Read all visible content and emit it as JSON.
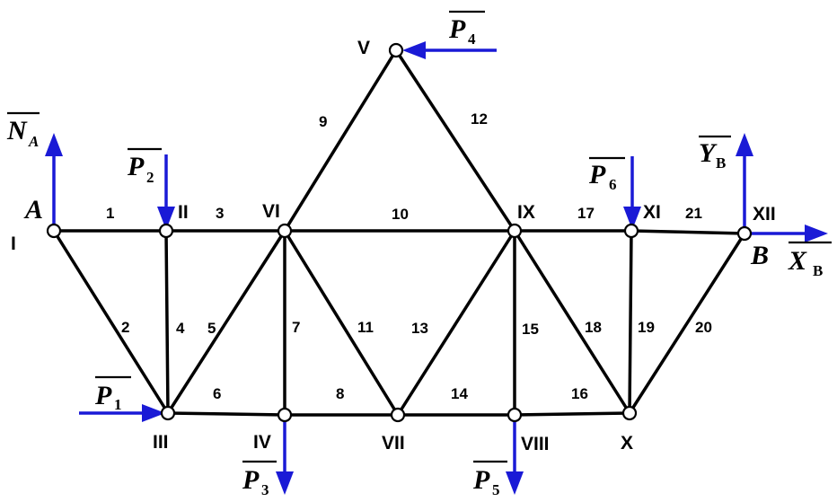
{
  "nodes": [
    {
      "id": "I",
      "label": "I"
    },
    {
      "id": "II",
      "label": "II"
    },
    {
      "id": "III",
      "label": "III"
    },
    {
      "id": "IV",
      "label": "IV"
    },
    {
      "id": "V",
      "label": "V"
    },
    {
      "id": "VI",
      "label": "VI"
    },
    {
      "id": "VII",
      "label": "VII"
    },
    {
      "id": "VIII",
      "label": "VIII"
    },
    {
      "id": "IX",
      "label": "IX"
    },
    {
      "id": "X",
      "label": "X"
    },
    {
      "id": "XI",
      "label": "XI"
    },
    {
      "id": "XII",
      "label": "XII"
    }
  ],
  "members": [
    {
      "label": "1",
      "from": "I",
      "to": "II"
    },
    {
      "label": "2",
      "from": "I",
      "to": "III"
    },
    {
      "label": "3",
      "from": "II",
      "to": "VI"
    },
    {
      "label": "4",
      "from": "II",
      "to": "III"
    },
    {
      "label": "5",
      "from": "III",
      "to": "VI"
    },
    {
      "label": "6",
      "from": "III",
      "to": "IV"
    },
    {
      "label": "7",
      "from": "VI",
      "to": "IV"
    },
    {
      "label": "8",
      "from": "IV",
      "to": "VII"
    },
    {
      "label": "9",
      "from": "VI",
      "to": "V"
    },
    {
      "label": "10",
      "from": "VI",
      "to": "IX"
    },
    {
      "label": "11",
      "from": "VI",
      "to": "VII"
    },
    {
      "label": "12",
      "from": "V",
      "to": "IX"
    },
    {
      "label": "13",
      "from": "VII",
      "to": "IX"
    },
    {
      "label": "14",
      "from": "VII",
      "to": "VIII"
    },
    {
      "label": "15",
      "from": "IX",
      "to": "VIII"
    },
    {
      "label": "16",
      "from": "VIII",
      "to": "X"
    },
    {
      "label": "17",
      "from": "IX",
      "to": "XI"
    },
    {
      "label": "18",
      "from": "IX",
      "to": "X"
    },
    {
      "label": "19",
      "from": "XI",
      "to": "X"
    },
    {
      "label": "20",
      "from": "X",
      "to": "XII"
    },
    {
      "label": "21",
      "from": "XI",
      "to": "XII"
    }
  ],
  "supports": {
    "A": "A",
    "B": "B"
  },
  "forces": {
    "P1": {
      "letter": "P",
      "sub": "1"
    },
    "P2": {
      "letter": "P",
      "sub": "2"
    },
    "P3": {
      "letter": "P",
      "sub": "3"
    },
    "P4": {
      "letter": "P",
      "sub": "4"
    },
    "P5": {
      "letter": "P",
      "sub": "5"
    },
    "P6": {
      "letter": "P",
      "sub": "6"
    },
    "NA": {
      "letter": "N",
      "sub": "A"
    },
    "YB": {
      "letter": "Y",
      "sub": "B"
    },
    "XB": {
      "letter": "X",
      "sub": "B"
    }
  },
  "colors": {
    "force": "#1a1ad6",
    "member": "#000000"
  }
}
